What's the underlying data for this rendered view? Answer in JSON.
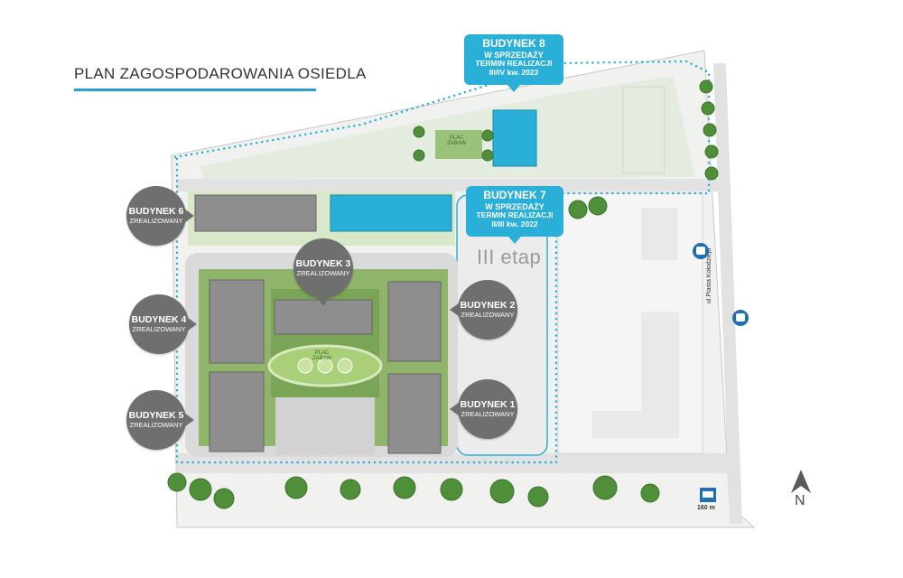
{
  "title": "PLAN ZAGOSPODAROWANIA OSIEDLA",
  "colors": {
    "accent": "#2ab0d8",
    "pin": "#6f6f6f",
    "grass": "#e6eedc",
    "road": "#e6e6e6",
    "building": "#8c8c8c"
  },
  "callouts": {
    "b8": {
      "title": "BUDYNEK 8",
      "status": "W SPRZEDAŻY",
      "term_label": "TERMIN REALIZACJI",
      "term_value": "III/IV kw. 2023"
    },
    "b7": {
      "title": "BUDYNEK 7",
      "status": "W SPRZEDAŻY",
      "term_label": "TERMIN REALIZACJI",
      "term_value": "II/III kw. 2022"
    }
  },
  "pins": {
    "b6": {
      "title": "BUDYNEK 6",
      "status": "ZREALIZOWANY"
    },
    "b4": {
      "title": "BUDYNEK 4",
      "status": "ZREALIZOWANY"
    },
    "b5": {
      "title": "BUDYNEK 5",
      "status": "ZREALIZOWANY"
    },
    "b3": {
      "title": "BUDYNEK 3",
      "status": "ZREALIZOWANY"
    },
    "b2": {
      "title": "BUDYNEK 2",
      "status": "ZREALIZOWANY"
    },
    "b1": {
      "title": "BUDYNEK 1",
      "status": "ZREALIZOWANY"
    }
  },
  "etap_label": "III etap",
  "playground_label_1": "PLAC",
  "playground_label_2": "ZABAW",
  "street_label": "ul.Piasta Kołodzieja",
  "distance_label": "160 m",
  "north_label": "N",
  "icons": [
    "bus-stop-icon",
    "tram-stop-icon",
    "north-arrow-icon",
    "tree-icon",
    "parking-icon"
  ]
}
